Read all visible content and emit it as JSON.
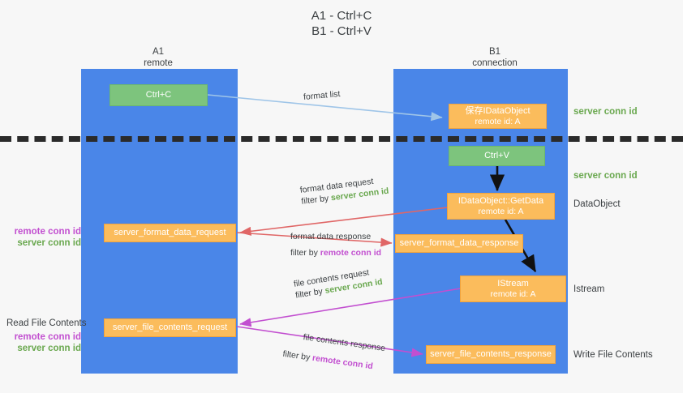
{
  "title": {
    "line1": "A1 - Ctrl+C",
    "line2": "B1 - Ctrl+V"
  },
  "colors": {
    "lane": "#4a86e8",
    "orange_box": "#fbbc5c",
    "green_box": "#7dc47d",
    "server_conn_id": "#6aa84f",
    "remote_conn_id": "#c24fd0",
    "arrow_blue": "#9fc5e8",
    "arrow_red": "#e06666",
    "arrow_magenta": "#c24fd0",
    "arrow_black": "#000000",
    "divider": "#2b2b2b",
    "background": "#f7f7f7"
  },
  "lanes": [
    {
      "name": "A1",
      "sub": "remote"
    },
    {
      "name": "B1",
      "sub": "connection"
    }
  ],
  "boxes": {
    "ctrl_c": {
      "line1": "Ctrl+C"
    },
    "ctrl_v": {
      "line1": "Ctrl+V"
    },
    "store_idataobject": {
      "line1": "保存IDataObject",
      "line2": "remote id: A"
    },
    "getdata": {
      "line1": "IDataObject::GetData",
      "line2": "remote id: A"
    },
    "istream": {
      "line1": "IStream",
      "line2": "remote id: A"
    },
    "server_format_data_request": {
      "line1": "server_format_data_request"
    },
    "server_format_data_response": {
      "line1": "server_format_data_response"
    },
    "server_file_contents_request": {
      "line1": "server_file_contents_request"
    },
    "server_file_contents_response": {
      "line1": "server_file_contents_response"
    }
  },
  "right_labels": {
    "server_conn_id_top": "server conn id",
    "server_conn_id_mid": "server conn id",
    "dataobject": "DataObject",
    "istream": "Istream",
    "write_file_contents": "Write File Contents"
  },
  "left_labels": {
    "remote_conn_id_1": "remote conn id",
    "server_conn_id_1": "server conn id",
    "read_file_contents": "Read File Contents",
    "remote_conn_id_2": "remote conn id",
    "server_conn_id_2": "server conn id"
  },
  "annotations": {
    "format_list": "format list",
    "format_data_request": "format data request",
    "format_data_request_filter_prefix": "filter by ",
    "format_data_request_filter_value": "server conn id",
    "format_data_response": "format data response",
    "format_data_response_filter_prefix": "filter by ",
    "format_data_response_filter_value": "remote conn id",
    "file_contents_request": "file contents request",
    "file_contents_request_filter_prefix": "filter by ",
    "file_contents_request_filter_value": "server conn id",
    "file_contents_response": "file contents response",
    "file_contents_response_filter_prefix": "filter by ",
    "file_contents_response_filter_value": "remote conn id"
  }
}
